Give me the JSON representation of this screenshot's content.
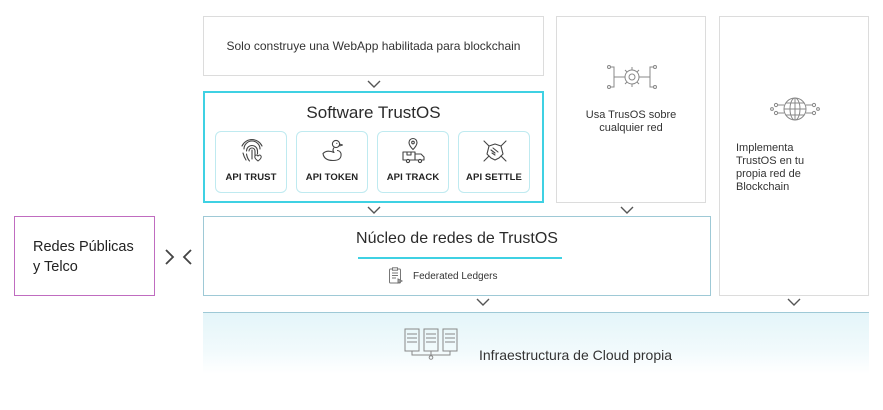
{
  "webapp": {
    "text": "Solo construye una WebApp habilitada para blockchain"
  },
  "software": {
    "title": "Software TrustOS",
    "apis": [
      {
        "label": "API TRUST",
        "icon": "fingerprint-icon"
      },
      {
        "label": "API TOKEN",
        "icon": "duck-icon"
      },
      {
        "label": "API TRACK",
        "icon": "delivery-truck-icon"
      },
      {
        "label": "API SETTLE",
        "icon": "handshake-icon"
      }
    ]
  },
  "usa": {
    "line1": "Usa TrusOS sobre",
    "line2": "cualquier red",
    "icon": "gear-network-icon"
  },
  "implementa": {
    "line1": "Implementa",
    "line2": "TrustOS en tu",
    "line3": "propia red de",
    "line4": "Blockchain",
    "icon": "globe-network-icon"
  },
  "nucleo": {
    "title": "Núcleo de redes de TrustOS",
    "sub": "Federated Ledgers",
    "icon": "ledger-document-icon"
  },
  "redes": {
    "line1": "Redes Públicas",
    "line2": "y Telco"
  },
  "infra": {
    "text": "Infraestructura de Cloud propia",
    "icon": "server-rack-icon"
  },
  "colors": {
    "accent": "#3fd1e3",
    "telco_border": "#c06cc0",
    "border": "#dcdcdc",
    "cloud_bg": "#e4f5f9"
  }
}
